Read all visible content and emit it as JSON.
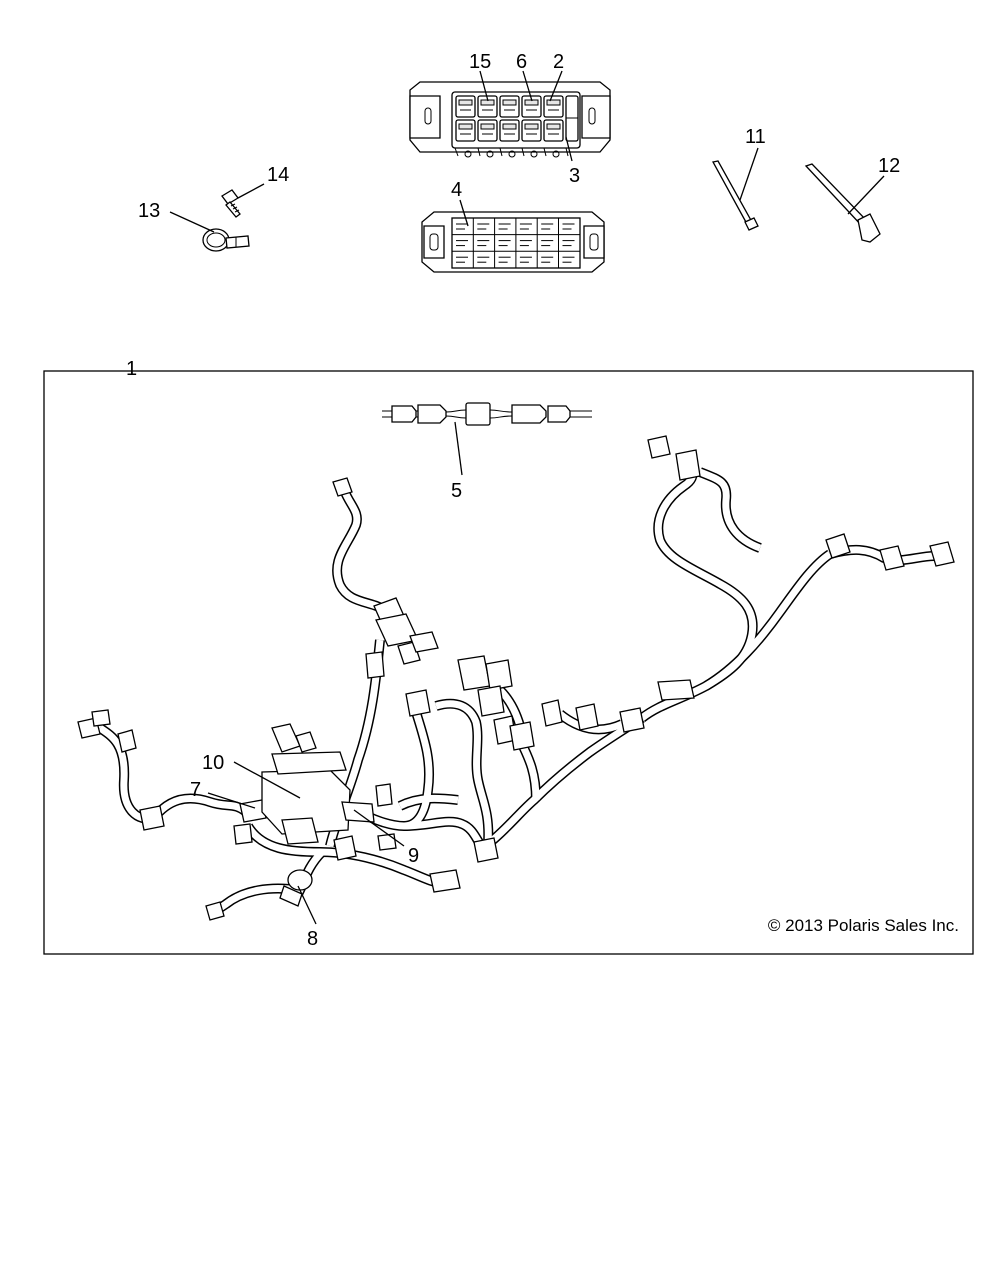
{
  "diagram": {
    "callouts": {
      "c1": "1",
      "c2": "2",
      "c3": "3",
      "c4": "4",
      "c5": "5",
      "c6": "6",
      "c7": "7",
      "c8": "8",
      "c9": "9",
      "c10": "10",
      "c11": "11",
      "c12": "12",
      "c13": "13",
      "c14": "14",
      "c15": "15"
    },
    "copyright": "© 2013 Polaris Sales Inc."
  },
  "colors": {
    "line": "#000000",
    "background": "#ffffff"
  }
}
